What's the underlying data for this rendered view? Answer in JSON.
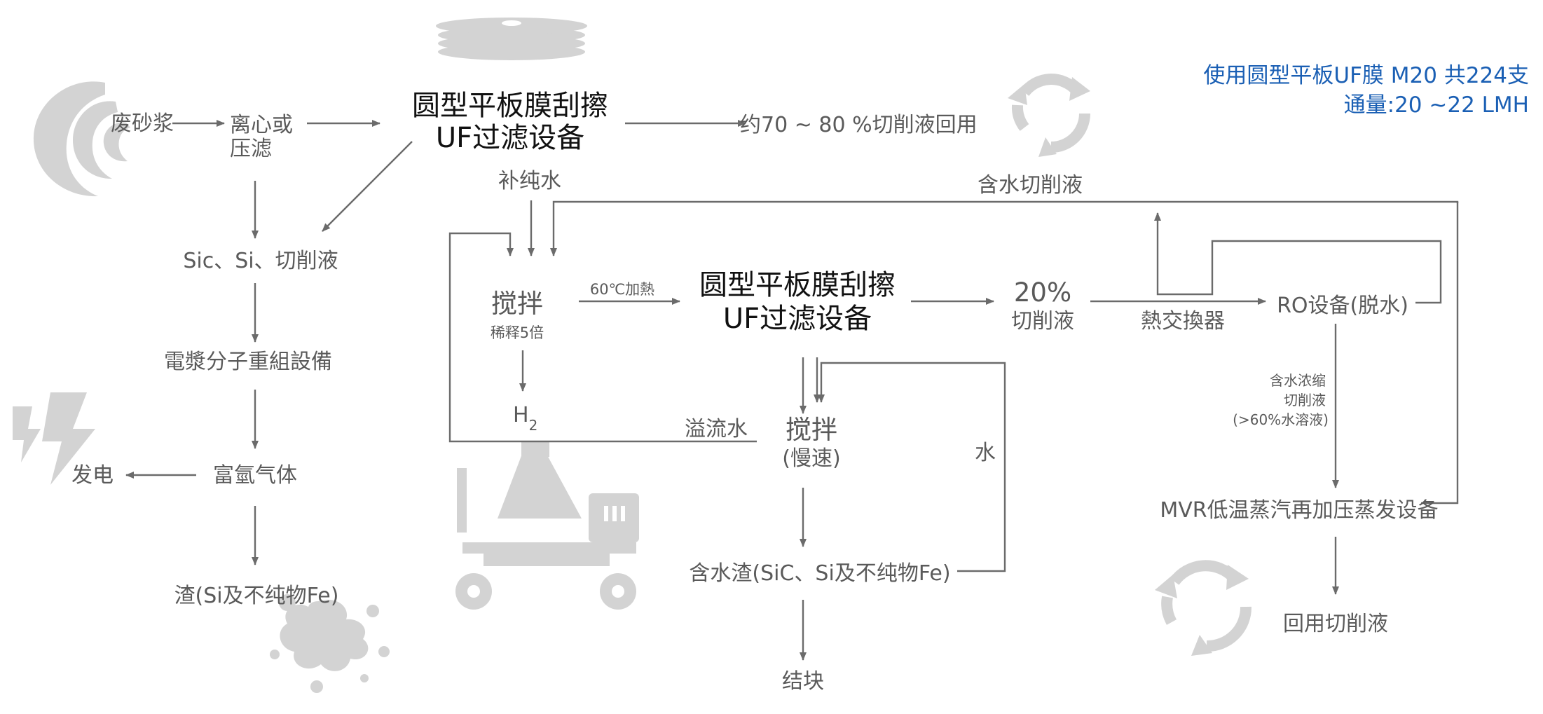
{
  "colors": {
    "line": "#6b6b6b",
    "text": "#5a5a5a",
    "title": "#111111",
    "note": "#1a5fb4",
    "decoration": "#d3d3d3"
  },
  "icons": [
    "disk-stack-icon",
    "wave-icon",
    "lightning-icon",
    "splash-icon",
    "recycle-icon",
    "mixer-truck-icon"
  ],
  "note": {
    "line1": "使用圆型平板UF膜 M20 共224支",
    "line2": "通量:20 ~22 LMH"
  },
  "left_chain": {
    "waste_slurry": "废砂浆",
    "centrifuge_1": "离心或",
    "centrifuge_2": "压滤",
    "sic_si_fluid": "Sic、Si、切削液",
    "plasma": "電漿分子重組設備",
    "hydrogen_gas": "富氫气体",
    "power": "发电",
    "residue": "渣(Si及不纯物Fe)"
  },
  "uf1": {
    "line1": "圆型平板膜刮擦",
    "line2": "UF过滤设备"
  },
  "recycle_70_80": "约70 ~ 80 %切削液回用",
  "pure_water": "补纯水",
  "water_cutting_fluid": "含水切削液",
  "stir1": {
    "title": "搅拌",
    "sub": "稀释5倍"
  },
  "heating": "60℃加熱",
  "h2": {
    "main": "H",
    "sub": "2"
  },
  "overflow": "溢流水",
  "uf2": {
    "line1": "圆型平板膜刮擦",
    "line2": "UF过滤设备"
  },
  "pct": {
    "value": "20%",
    "label": "切削液"
  },
  "heat_exchanger": "熱交換器",
  "ro": "RO设备(脱水)",
  "concentrate": {
    "line1": "含水浓缩",
    "line2": "切削液",
    "line3": "(>60%水溶液)"
  },
  "mvr": "MVR低温蒸汽再加压蒸发设备",
  "reuse": "回用切削液",
  "stir2": {
    "title": "搅拌",
    "sub": "(慢速)"
  },
  "water": "水",
  "wet_residue": "含水渣(SiC、Si及不纯物Fe)",
  "caking": "结块"
}
